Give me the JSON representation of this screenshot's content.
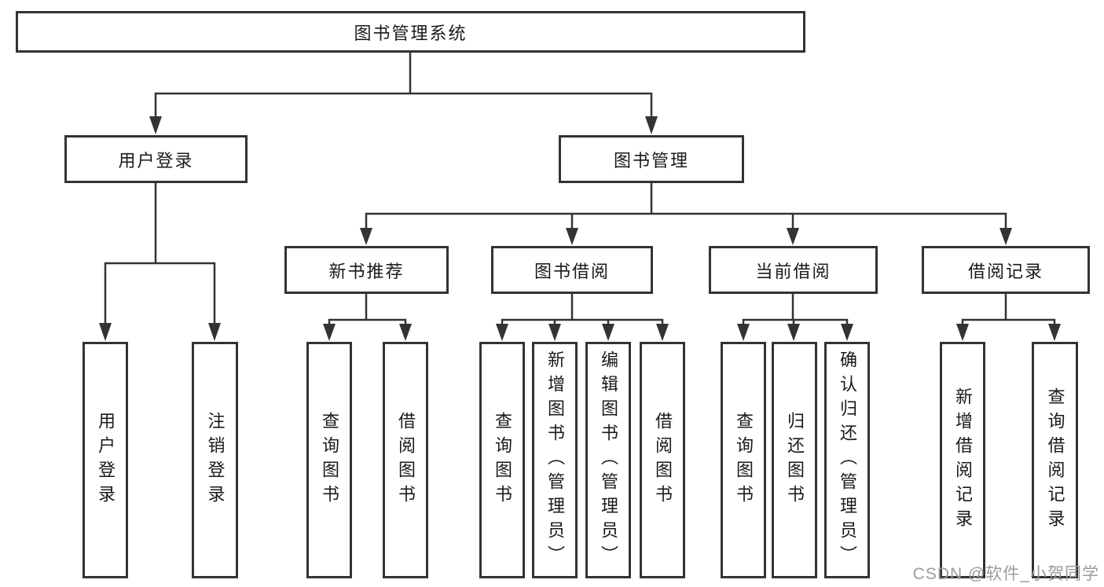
{
  "diagram": {
    "type": "hierarchy-tree",
    "colors": {
      "box_border": "#333333",
      "connector_line": "#333333",
      "arrowhead": "#333333",
      "text": "#1a1a1a",
      "watermark_text": "#9b9b9b",
      "background": "#ffffff"
    }
  },
  "tree": {
    "label": "图书管理系统",
    "children": [
      {
        "label": "用户登录",
        "children": [
          {
            "label": "用户登录"
          },
          {
            "label": "注销登录"
          }
        ]
      },
      {
        "label": "图书管理",
        "children": [
          {
            "label": "新书推荐",
            "children": [
              {
                "label": "查询图书"
              },
              {
                "label": "借阅图书"
              }
            ]
          },
          {
            "label": "图书借阅",
            "children": [
              {
                "label": "查询图书"
              },
              {
                "label": "新增图书（管理员）"
              },
              {
                "label": "编辑图书（管理员）"
              },
              {
                "label": "借阅图书"
              }
            ]
          },
          {
            "label": "当前借阅",
            "children": [
              {
                "label": "查询图书"
              },
              {
                "label": "归还图书"
              },
              {
                "label": "确认归还（管理员）"
              }
            ]
          },
          {
            "label": "借阅记录",
            "children": [
              {
                "label": "新增借阅记录"
              },
              {
                "label": "查询借阅记录"
              }
            ]
          }
        ]
      }
    ]
  },
  "watermark": {
    "text": "CSDN @软件_小贺同学"
  }
}
